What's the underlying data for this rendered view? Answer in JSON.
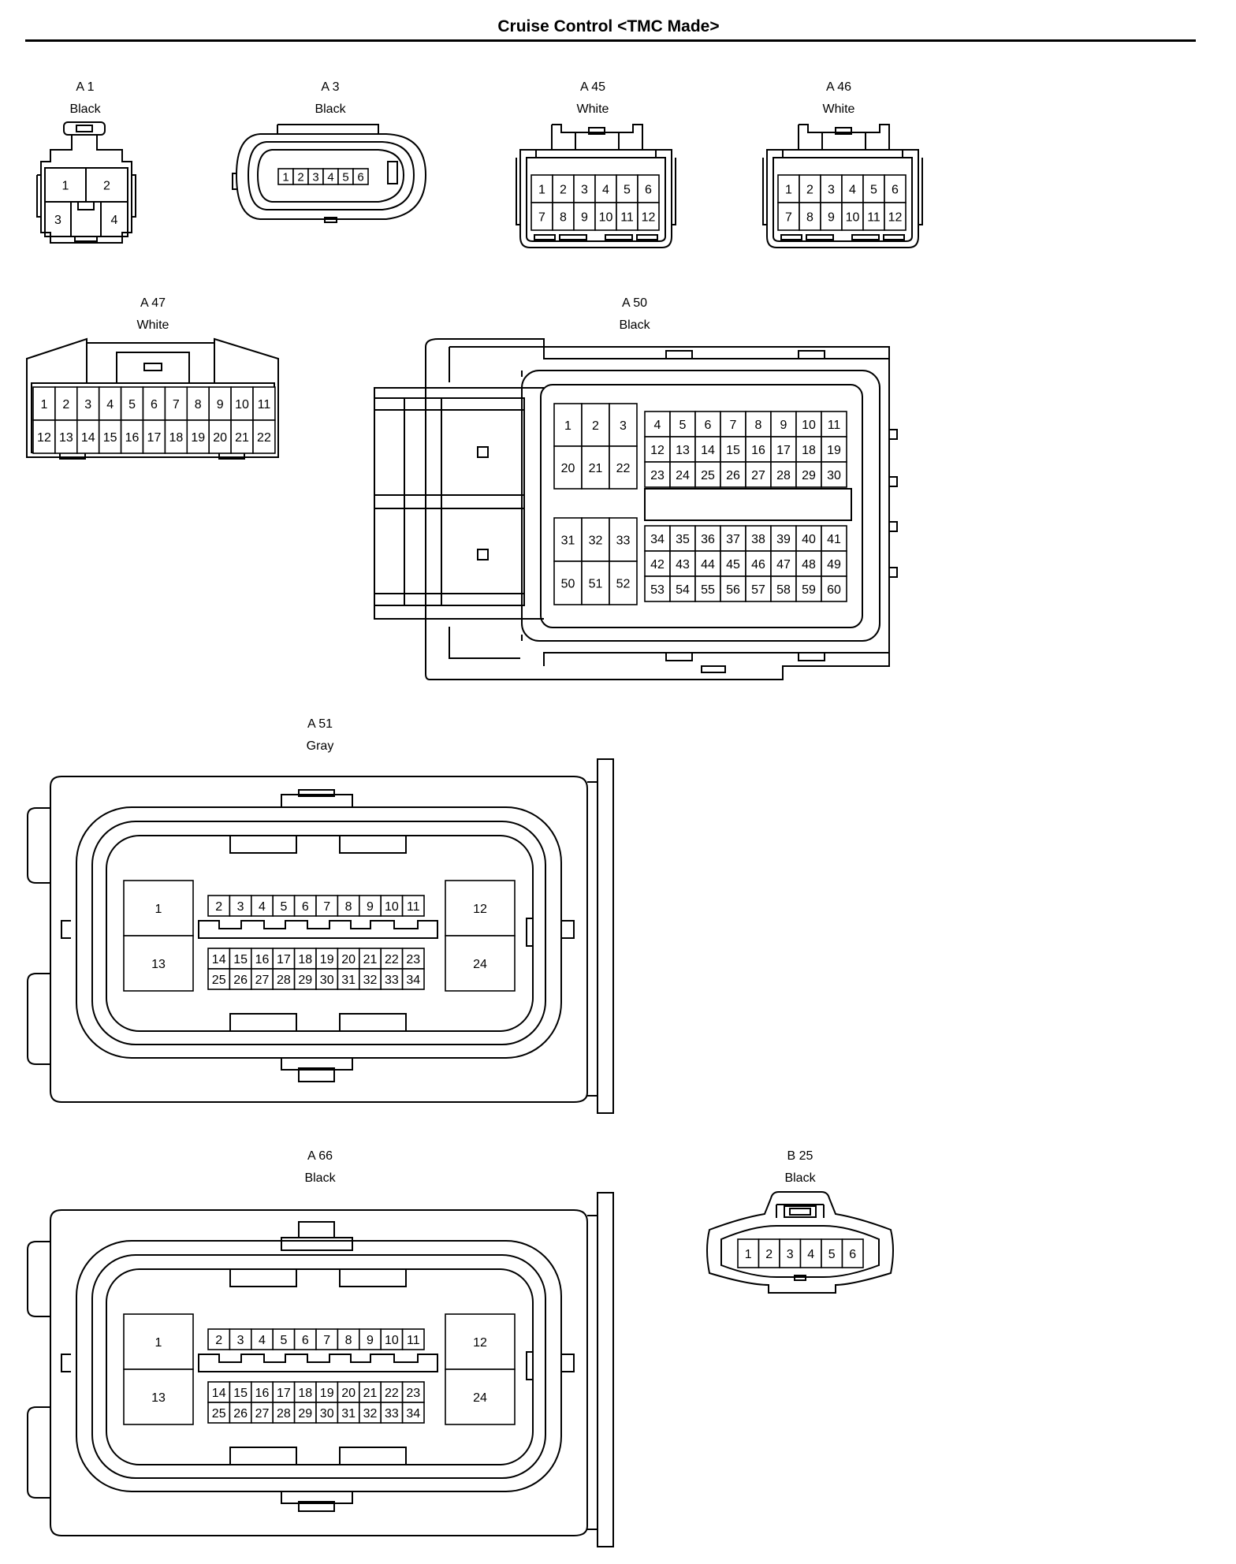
{
  "title": "Cruise Control <TMC Made>",
  "connectors": {
    "a1": {
      "code": "A 1",
      "color": "Black"
    },
    "a3": {
      "code": "A 3",
      "color": "Black"
    },
    "a45": {
      "code": "A 45",
      "color": "White"
    },
    "a46": {
      "code": "A 46",
      "color": "White"
    },
    "a47": {
      "code": "A 47",
      "color": "White"
    },
    "a50": {
      "code": "A 50",
      "color": "Black"
    },
    "a51": {
      "code": "A 51",
      "color": "Gray"
    },
    "a66": {
      "code": "A 66",
      "color": "Black"
    },
    "b25": {
      "code": "B 25",
      "color": "Black"
    }
  },
  "pins": {
    "a1": [
      "1",
      "2",
      "3",
      "4"
    ],
    "a3": [
      "1",
      "2",
      "3",
      "4",
      "5",
      "6"
    ],
    "a45": [
      "1",
      "2",
      "3",
      "4",
      "5",
      "6",
      "7",
      "8",
      "9",
      "10",
      "11",
      "12"
    ],
    "a46": [
      "1",
      "2",
      "3",
      "4",
      "5",
      "6",
      "7",
      "8",
      "9",
      "10",
      "11",
      "12"
    ],
    "a47": [
      "1",
      "2",
      "3",
      "4",
      "5",
      "6",
      "7",
      "8",
      "9",
      "10",
      "11",
      "12",
      "13",
      "14",
      "15",
      "16",
      "17",
      "18",
      "19",
      "20",
      "21",
      "22"
    ],
    "a50": {
      "big_top": [
        "1",
        "2",
        "3",
        "20",
        "21",
        "22"
      ],
      "small_top": [
        [
          "4",
          "5",
          "6",
          "7",
          "8",
          "9",
          "10",
          "11"
        ],
        [
          "12",
          "13",
          "14",
          "15",
          "16",
          "17",
          "18",
          "19"
        ],
        [
          "23",
          "24",
          "25",
          "26",
          "27",
          "28",
          "29",
          "30"
        ]
      ],
      "big_bottom": [
        "31",
        "32",
        "33",
        "50",
        "51",
        "52"
      ],
      "small_bottom": [
        [
          "34",
          "35",
          "36",
          "37",
          "38",
          "39",
          "40",
          "41"
        ],
        [
          "42",
          "43",
          "44",
          "45",
          "46",
          "47",
          "48",
          "49"
        ],
        [
          "53",
          "54",
          "55",
          "56",
          "57",
          "58",
          "59",
          "60"
        ]
      ]
    },
    "a51": {
      "corners": [
        "1",
        "13",
        "12",
        "24"
      ],
      "row1": [
        "2",
        "3",
        "4",
        "5",
        "6",
        "7",
        "8",
        "9",
        "10",
        "11"
      ],
      "row2": [
        "14",
        "15",
        "16",
        "17",
        "18",
        "19",
        "20",
        "21",
        "22",
        "23"
      ],
      "row3": [
        "25",
        "26",
        "27",
        "28",
        "29",
        "30",
        "31",
        "32",
        "33",
        "34"
      ]
    },
    "a66": {
      "corners": [
        "1",
        "13",
        "12",
        "24"
      ],
      "row1": [
        "2",
        "3",
        "4",
        "5",
        "6",
        "7",
        "8",
        "9",
        "10",
        "11"
      ],
      "row2": [
        "14",
        "15",
        "16",
        "17",
        "18",
        "19",
        "20",
        "21",
        "22",
        "23"
      ],
      "row3": [
        "25",
        "26",
        "27",
        "28",
        "29",
        "30",
        "31",
        "32",
        "33",
        "34"
      ]
    },
    "b25": [
      "1",
      "2",
      "3",
      "4",
      "5",
      "6"
    ]
  }
}
